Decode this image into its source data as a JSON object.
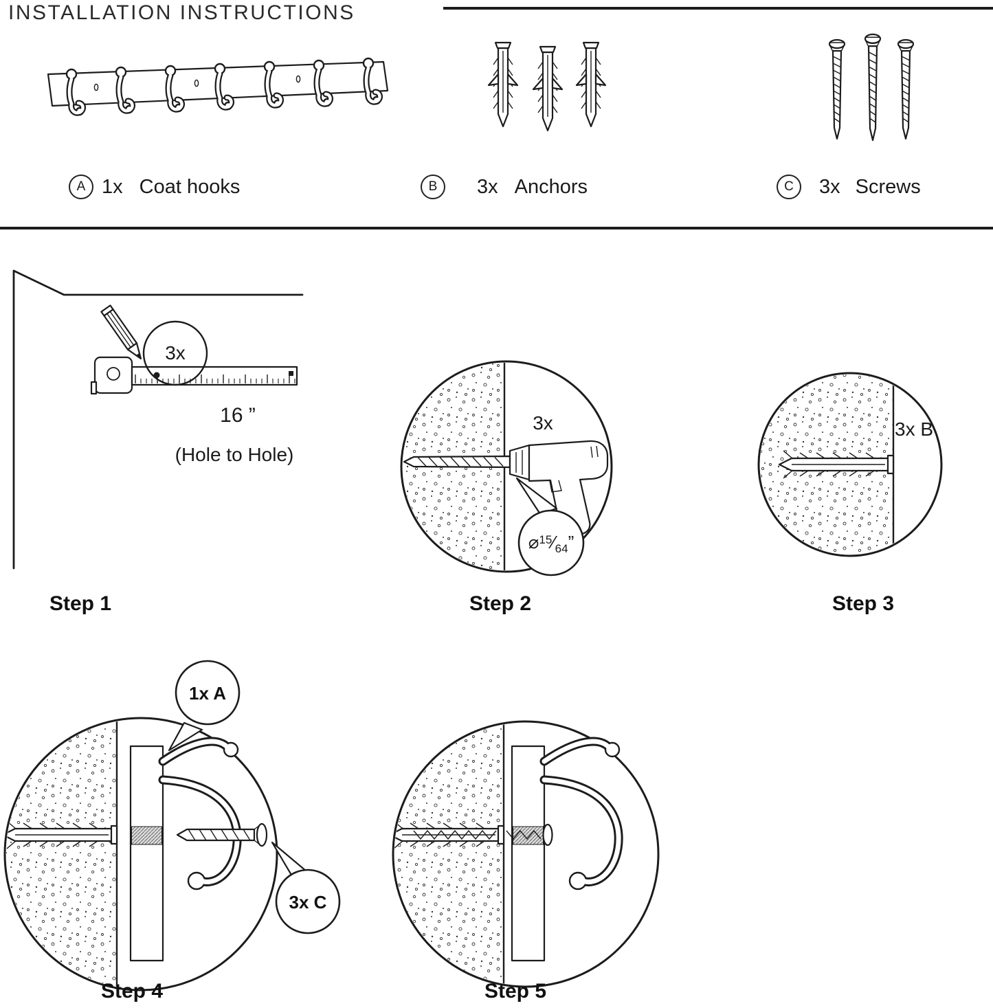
{
  "title": "INSTALLATION INSTRUCTIONS",
  "parts": [
    {
      "id": "A",
      "qty": "1x",
      "name": "Coat hooks"
    },
    {
      "id": "B",
      "qty": "3x",
      "name": "Anchors"
    },
    {
      "id": "C",
      "qty": "3x",
      "name": "Screws"
    }
  ],
  "steps": {
    "step1": {
      "label": "Step 1",
      "qty": "3x",
      "distance": "16 ”",
      "note": "(Hole to Hole)"
    },
    "step2": {
      "label": "Step 2",
      "qty": "3x",
      "dia_symbol": "⌀",
      "dia_num": "15",
      "dia_slash": "⁄",
      "dia_den": "64",
      "dia_unit": "”"
    },
    "step3": {
      "label": "Step 3",
      "qty": "3x B"
    },
    "step4": {
      "label": "Step 4",
      "callout_a": "1x A",
      "callout_c": "3x C"
    },
    "step5": {
      "label": "Step 5"
    }
  },
  "colors": {
    "ink": "#1c1c1c",
    "background": "#ffffff"
  }
}
